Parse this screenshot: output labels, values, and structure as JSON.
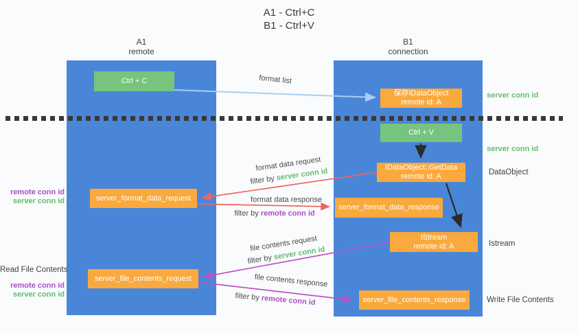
{
  "title": {
    "line1": "A1 - Ctrl+C",
    "line2": "B1 - Ctrl+V"
  },
  "lifelines": {
    "left": {
      "id": "A1",
      "role": "remote"
    },
    "right": {
      "id": "B1",
      "role": "connection"
    }
  },
  "boxes": {
    "ctrl_c": {
      "label": "Ctrl + C"
    },
    "ctrl_v": {
      "label": "Ctrl + V"
    },
    "save_idataobject": {
      "line1": "保存IDataObject",
      "line2": "remote id: A"
    },
    "getdata": {
      "line1": "IDataObject::GetData",
      "line2": "remote id: A"
    },
    "istream": {
      "line1": "IStream",
      "line2": "remote id: A"
    },
    "server_format_data_request": {
      "label": "server_format_data_request"
    },
    "server_format_data_response": {
      "label": "server_format_data_response"
    },
    "server_file_contents_request": {
      "label": "server_file_contents_request"
    },
    "server_file_contents_response": {
      "label": "server_file_contents_response"
    }
  },
  "flows": {
    "filter_by": "filter by",
    "format_list": {
      "label": "format list"
    },
    "format_data_request": {
      "label": "format data request",
      "filter": "server conn id"
    },
    "format_data_response": {
      "label": "format data response",
      "filter": "remote conn id"
    },
    "file_contents_request": {
      "label": "file contents request",
      "filter": "server conn id"
    },
    "file_contents_response": {
      "label": "file contents response",
      "filter": "remote conn id"
    }
  },
  "annotations": {
    "left_format": {
      "remote": "remote conn id",
      "server": "server conn id"
    },
    "left_file": {
      "title": "Read File Contents",
      "remote": "remote conn id",
      "server": "server conn id"
    },
    "right": {
      "server_conn_top": "server conn id",
      "server_conn_mid": "server conn id",
      "dataobject": "DataObject",
      "istream": "Istream",
      "write_file_contents": "Write File Contents"
    }
  },
  "colors": {
    "lifeline_blue": "#4A86D8",
    "box_green": "#76C47E",
    "box_orange": "#F9A93D",
    "label_green": "#62BE6C",
    "label_purple": "#A94FC5",
    "arrow_blue": "#A6CEF0",
    "arrow_red": "#ED665D",
    "arrow_purple": "#BC53C6",
    "arrow_black": "#2B2B2B",
    "text_dark": "#3F3F3F",
    "background": "#FAFBFC"
  }
}
